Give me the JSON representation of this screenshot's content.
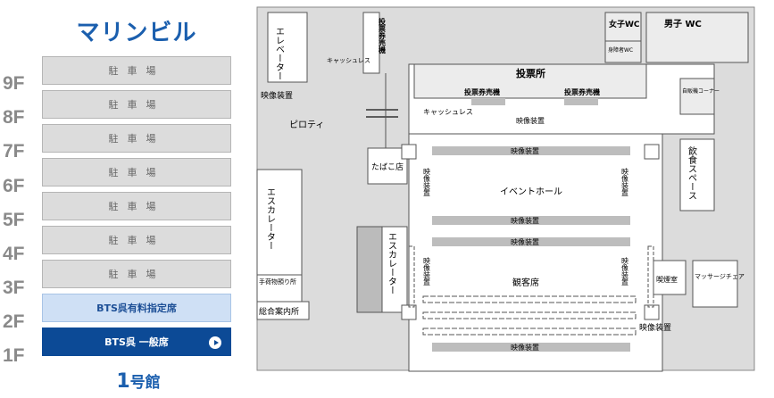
{
  "nav": {
    "title": "マリンビル",
    "building": {
      "number": "1",
      "suffix": "号館"
    },
    "floors": [
      {
        "label": "9F",
        "button": "駐車場",
        "type": "parking"
      },
      {
        "label": "8F",
        "button": "駐車場",
        "type": "parking"
      },
      {
        "label": "7F",
        "button": "駐車場",
        "type": "parking"
      },
      {
        "label": "6F",
        "button": "駐車場",
        "type": "parking"
      },
      {
        "label": "5F",
        "button": "駐車場",
        "type": "parking"
      },
      {
        "label": "4F",
        "button": "駐車場",
        "type": "parking"
      },
      {
        "label": "3F",
        "button": "駐車場",
        "type": "parking"
      },
      {
        "label": "2F",
        "button": "BTS呉有料指定席",
        "type": "reserved"
      },
      {
        "label": "1F",
        "button": "BTS呉 一般席",
        "type": "active"
      }
    ]
  },
  "map": {
    "elevator": "エレベーター",
    "voting_left": "投票券売機",
    "cashless_left": "キャッシュレス",
    "video_top_left": "映像装置",
    "piloti": "ピロティ",
    "tobacco": "たばこ店",
    "escalator_left": "エスカレーター",
    "luggage": "手荷物預り所",
    "info": "総合案内所",
    "escalator_center": "エスカレーター",
    "voting_office": "投票所",
    "voting_m1": "投票券売機",
    "voting_m2": "投票券売機",
    "cashless_center": "キャッシュレス",
    "video_center": "映像装置",
    "women_wc": "女子WC",
    "disabled_wc": "身障者WC",
    "men_wc": "男子 WC",
    "vending": "自販機コーナー",
    "dining": "飲食スペース",
    "event_hall": "イベントホール",
    "video_bar1": "映像装置",
    "video_bar2": "映像装置",
    "video_bar3": "映像装置",
    "video_bar4": "映像装置",
    "video_side_l1": "映像装置",
    "video_side_r1": "映像装置",
    "video_side_l2": "映像装置",
    "video_side_r2": "映像装置",
    "audience": "観客席",
    "video_bottom_right": "映像装置",
    "smoking": "喫煙室",
    "massage": "マッサージチェア"
  }
}
